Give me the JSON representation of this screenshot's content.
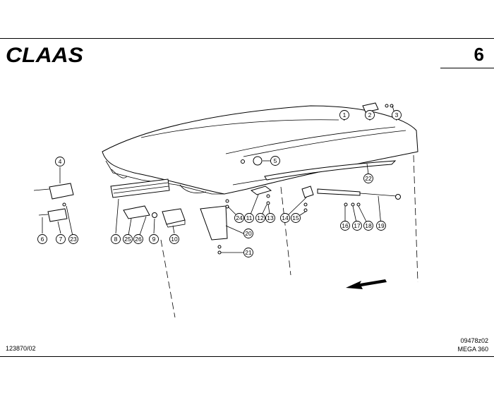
{
  "header": {
    "brand_logo": "CLAAS",
    "page_number": "6"
  },
  "footer": {
    "drawing_number": "123870/02",
    "ref_code": "09478z02",
    "model": "MEGA 360"
  },
  "diagram": {
    "callouts": [
      "1",
      "2",
      "3",
      "4",
      "5",
      "6",
      "7",
      "8",
      "9",
      "10",
      "11",
      "12",
      "13",
      "14",
      "15",
      "16",
      "17",
      "18",
      "19",
      "20",
      "21",
      "22",
      "23",
      "24",
      "25",
      "26"
    ]
  },
  "icons": [
    "claas-logo",
    "direction-arrow-icon"
  ]
}
